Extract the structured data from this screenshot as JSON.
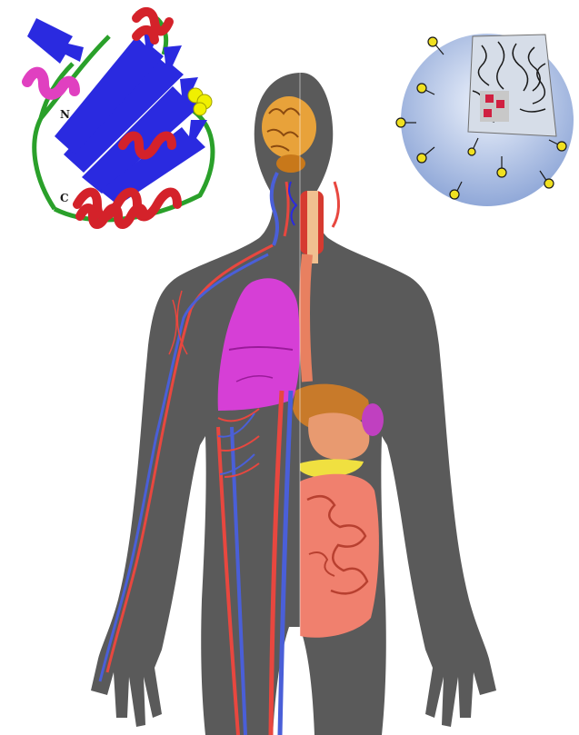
{
  "figure": {
    "background_color": "#ffffff",
    "panels": [
      {
        "name": "protein-ribbon-structure",
        "labels": {
          "n_terminus": "N",
          "c_terminus": "C"
        }
      },
      {
        "name": "nanoparticle-schematic"
      },
      {
        "name": "human-body-anatomy"
      }
    ]
  },
  "colors": {
    "body": "#5a5a5a",
    "artery": "#e8473f",
    "vein": "#4a5fd8",
    "lung": "#d63fd6",
    "brain": "#e8a23a",
    "intestine": "#f0806e",
    "liver": "#c87a2a",
    "stomach": "#e89a70",
    "pancreas": "#f0e040",
    "spleen": "#c040c0",
    "helix": "#d4222a",
    "sheet": "#2a2ae0",
    "loop": "#2aa02a",
    "helix_310": "#e040c0",
    "sphere_atoms": "#f0f000",
    "nanoparticle_shell": "#b8c8e8",
    "nanoparticle_core": "#d02040"
  }
}
